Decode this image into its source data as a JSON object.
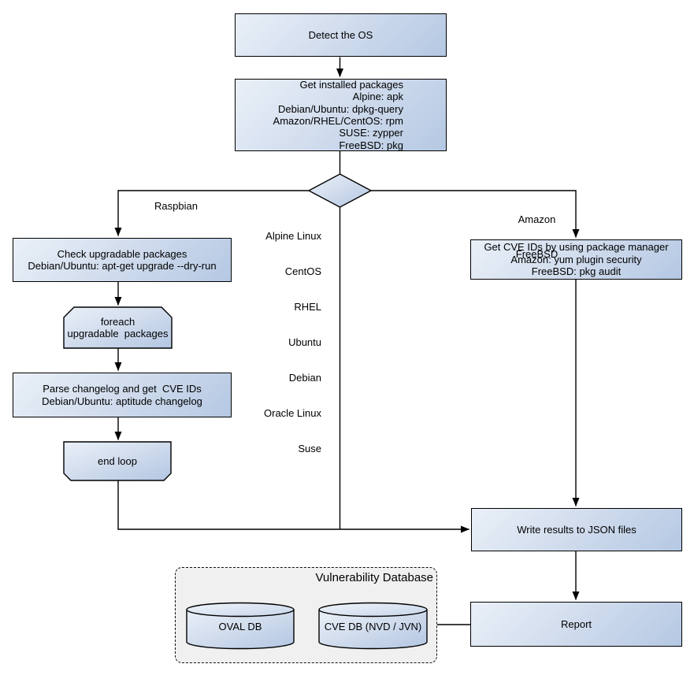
{
  "diagram": {
    "title_hint": "OS package vulnerability scan flow",
    "colors": {
      "node_fill_light": "#eaf0f8",
      "node_fill_dark": "#b5c8e3",
      "node_border": "#000000",
      "container_fill": "#f0f0f0",
      "line": "#000000",
      "background": "#ffffff"
    },
    "nodes": {
      "detect_os": {
        "label": "Detect the OS"
      },
      "get_installed_packages": {
        "lines": [
          "Get installed packages",
          "Alpine: apk",
          "Debian/Ubuntu: dpkg-query",
          "Amazon/RHEL/CentOS: rpm",
          "SUSE: zypper",
          "FreeBSD: pkg"
        ]
      },
      "check_upgradable": {
        "lines": [
          "Check upgradable packages",
          "Debian/Ubuntu: apt-get upgrade --dry-run"
        ]
      },
      "foreach_loop": {
        "lines": [
          "foreach",
          "upgradable  packages"
        ]
      },
      "parse_changelog": {
        "lines": [
          "Parse changelog and get  CVE IDs",
          "Debian/Ubuntu: aptitude changelog"
        ]
      },
      "end_loop": {
        "label": "end loop"
      },
      "get_cve_ids": {
        "lines": [
          "Get CVE IDs by using package manager",
          "Amazon: yum plugin security",
          "FreeBSD: pkg audit"
        ]
      },
      "write_results": {
        "label": "Write results to JSON files"
      },
      "report": {
        "label": "Report"
      }
    },
    "branch_labels": {
      "raspbian": "Raspbian",
      "amazon_freebsd": {
        "lines": [
          "Amazon",
          "FreeBSD"
        ]
      },
      "os_list": {
        "lines": [
          "Alpine Linux",
          "CentOS",
          "RHEL",
          "Ubuntu",
          "Debian",
          "Oracle Linux",
          "Suse"
        ]
      }
    },
    "vulnerability_database": {
      "title": "Vulnerability Database",
      "oval_db": "OVAL DB",
      "cve_db": "CVE DB (NVD / JVN)"
    }
  }
}
